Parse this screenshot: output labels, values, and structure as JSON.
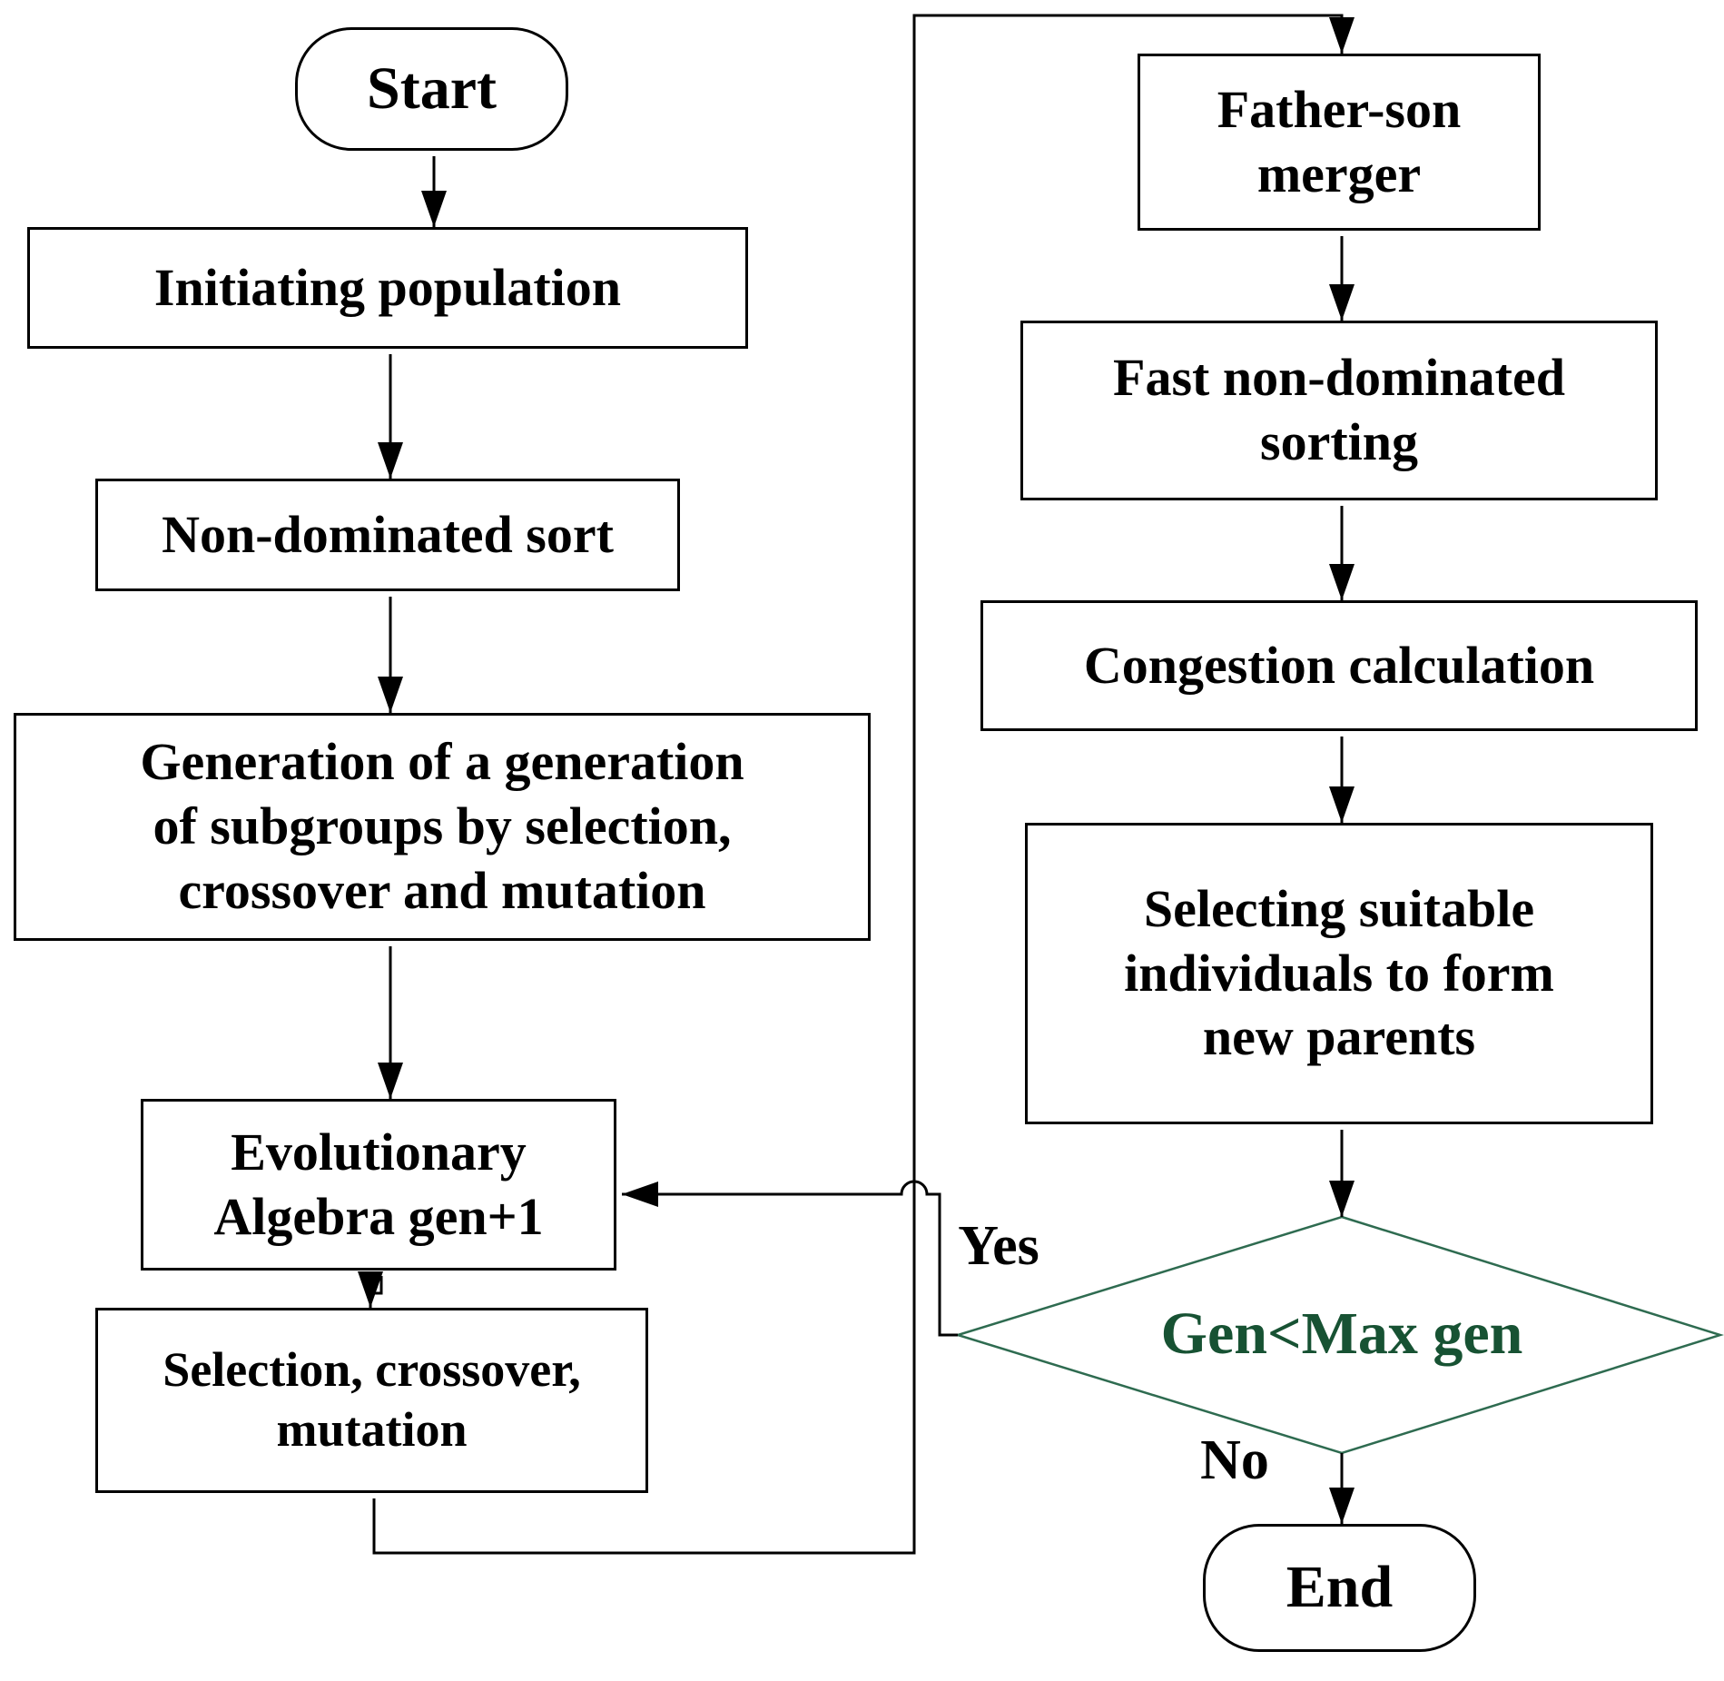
{
  "diagram": {
    "title_hint": "NSGA-II evolutionary algorithm flowchart",
    "colors": {
      "background": "#ffffff",
      "node_border": "#000000",
      "node_text": "#000000",
      "decision_border": "#2e6b50",
      "decision_text": "#175233"
    },
    "nodes": {
      "start": {
        "label": "Start",
        "shape": "terminator"
      },
      "init_population": {
        "label": "Initiating population",
        "shape": "process"
      },
      "non_dominated_sort": {
        "label": "Non-dominated sort",
        "shape": "process"
      },
      "generate_subgroups": {
        "shape": "process",
        "lines": [
          "Generation of a generation",
          "of subgroups by selection,",
          "crossover and mutation"
        ]
      },
      "evolutionary_algebra": {
        "shape": "process",
        "lines": [
          "Evolutionary",
          "Algebra gen+1"
        ]
      },
      "selection_crossover_mutation": {
        "shape": "process",
        "lines": [
          "Selection, crossover,",
          "mutation"
        ]
      },
      "father_son_merger": {
        "shape": "process",
        "lines": [
          "Father-son",
          "merger"
        ]
      },
      "fast_non_dominated_sorting": {
        "shape": "process",
        "lines": [
          "Fast non-dominated",
          "sorting"
        ]
      },
      "congestion_calculation": {
        "label": "Congestion calculation",
        "shape": "process"
      },
      "selecting_new_parents": {
        "shape": "process",
        "lines": [
          "Selecting suitable",
          "individuals to form",
          "new parents"
        ]
      },
      "decision": {
        "label": "Gen<Max gen",
        "shape": "decision"
      },
      "end": {
        "label": "End",
        "shape": "terminator"
      }
    },
    "edge_labels": {
      "yes": "Yes",
      "no": "No"
    }
  }
}
